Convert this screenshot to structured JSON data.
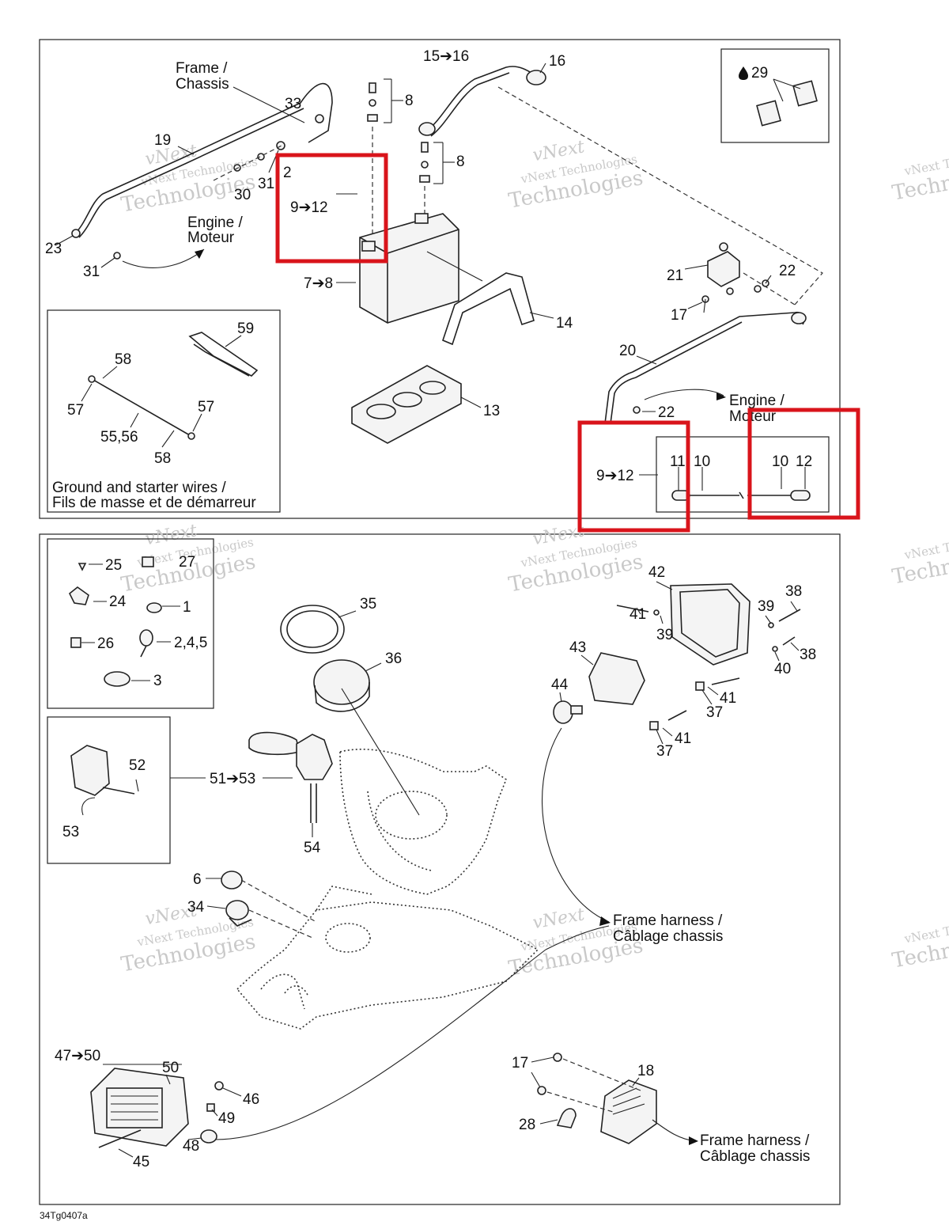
{
  "document_code": "34Tg0407a",
  "watermark": {
    "line1": "vNext Technologies",
    "line2": "Technologies",
    "logo": "vNext"
  },
  "highlight_color": "#d9141b",
  "top_panel": {
    "labels": {
      "frame_chassis_1": "Frame /",
      "frame_chassis_2": "Chassis",
      "engine_moteur_a1": "Engine /",
      "engine_moteur_a2": "Moteur",
      "engine_moteur_b1": "Engine /",
      "engine_moteur_b2": "Moteur",
      "p15_16": "15➔16",
      "p16": "16",
      "p8a": "8",
      "p8b": "8",
      "p33": "33",
      "p19": "19",
      "p2": "2",
      "p31a": "31",
      "p30": "30",
      "p9_12a": "9➔12",
      "p23": "23",
      "p31b": "31",
      "p7_8": "7➔8",
      "p14": "14",
      "p29": "29",
      "p21": "21",
      "p22a": "22",
      "p17": "17",
      "p20": "20",
      "p22b": "22",
      "p13": "13",
      "p9_12b": "9➔12",
      "p11": "11",
      "p10a": "10",
      "p10b": "10",
      "p12": "12"
    },
    "inset_ground": {
      "caption_en": "Ground and starter wires /",
      "caption_fr": "Fils de masse et de démarreur",
      "p59": "59",
      "p58a": "58",
      "p57a": "57",
      "p57b": "57",
      "p55_56": "55,56",
      "p58b": "58"
    }
  },
  "bottom_panel": {
    "labels": {
      "p25": "25",
      "p27": "27",
      "p24": "24",
      "p1": "1",
      "p26": "26",
      "p245": "2,4,5",
      "p3": "3",
      "p35": "35",
      "p36": "36",
      "p42": "42",
      "p38a": "38",
      "p39a": "39",
      "p41a": "41",
      "p39b": "39",
      "p38b": "38",
      "p40": "40",
      "p43": "43",
      "p44": "44",
      "p41b": "41",
      "p37a": "37",
      "p41c": "41",
      "p37b": "37",
      "p52": "52",
      "p51_53": "51➔53",
      "p53": "53",
      "p54": "54",
      "p6": "6",
      "p34": "34",
      "frame_harness_a1": "Frame harness /",
      "frame_harness_a2": "Câblage chassis",
      "p47_50": "47➔50",
      "p50": "50",
      "p46": "46",
      "p49": "49",
      "p48": "48",
      "p45": "45",
      "p17": "17",
      "p18": "18",
      "p28": "28",
      "frame_harness_b1": "Frame harness /",
      "frame_harness_b2": "Câblage chassis"
    }
  }
}
